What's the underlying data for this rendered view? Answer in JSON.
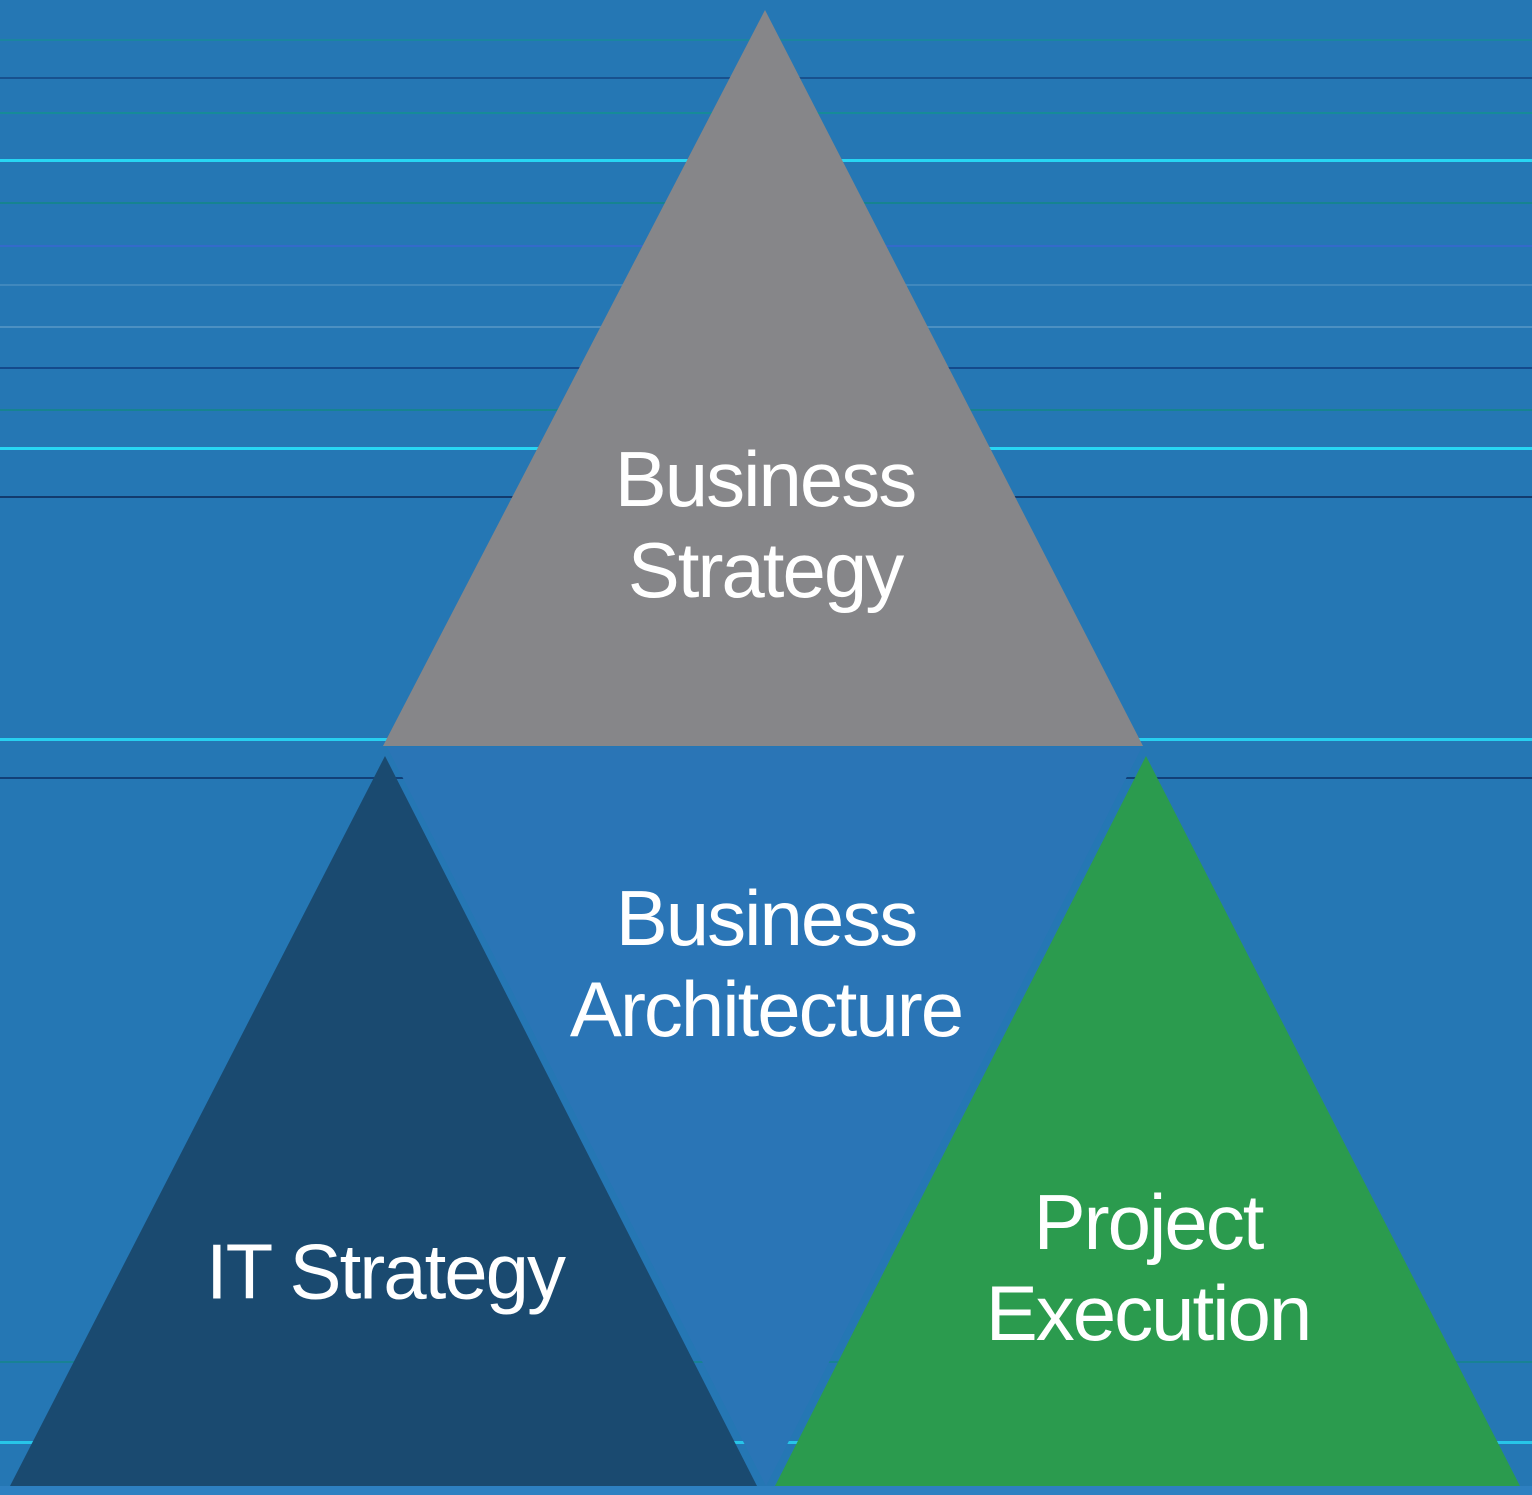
{
  "diagram": {
    "background_color": "#2577b4",
    "bottom_strip_color": "#2e80c1",
    "text_color": "#ffffff",
    "triangles": {
      "business_strategy": {
        "label_line1": "Business",
        "label_line2": "Strategy",
        "color": "#868689"
      },
      "business_architecture": {
        "label_line1": "Business",
        "label_line2": "Architecture",
        "color": "#2a75b6"
      },
      "it_strategy": {
        "label": "IT Strategy",
        "color": "#1a4a70"
      },
      "project_execution": {
        "label_line1": "Project",
        "label_line2": "Execution",
        "color": "#2b9b4e"
      }
    }
  }
}
